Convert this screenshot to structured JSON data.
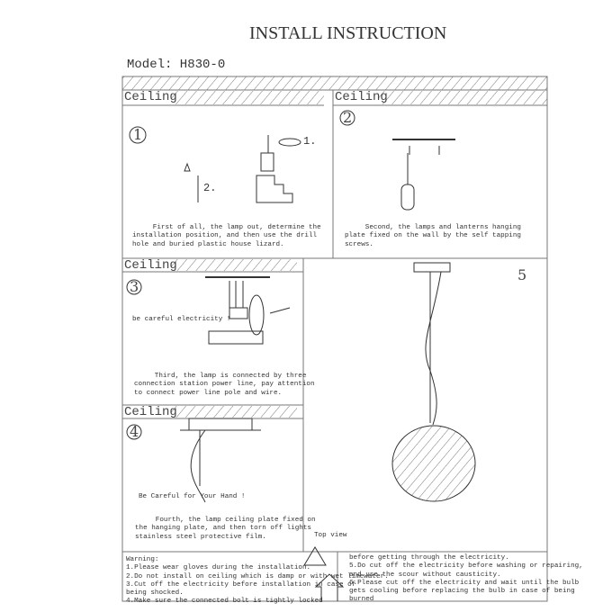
{
  "title": "INSTALL INSTRUCTION",
  "model": "Model: H830-0",
  "ceiling_label": "Ceiling",
  "steps": [
    {
      "num": "1",
      "labels": [
        "1.",
        "2."
      ],
      "text": "     First of all, the lamp out, determine the\ninstallation position, and then use the drill\nhole and buried plastic house lizard."
    },
    {
      "num": "2",
      "text": "     Second, the lamps and lanterns hanging\nplate fixed on the wall by the self tapping\nscrews."
    },
    {
      "num": "3",
      "note": "be careful electricity !",
      "text": "     Third, the lamp is connected by three\nconnection station power line, pay attention\nto connect power line pole and wire."
    },
    {
      "num": "4",
      "note": "Be Careful for Your Hand !",
      "text": "     Fourth, the lamp ceiling plate fixed on\nthe hanging plate, and then torn off lights\nstainless steel protective film."
    },
    {
      "num": "5",
      "note": "Top view"
    }
  ],
  "warning": {
    "left": "Warning:\n1.Please wear gloves during the installation.\n2.Do not install on ceiling which is damp or with wet limewater.\n3.Cut off the electricity before installation in case of\nbeing shocked.\n4.Make sure the connected bolt is tightly locked",
    "right": "before getting through the electricity.\n5.Do cut off the electricity before washing or repairing,\nand use the scour without causticity.\n6.Please cut off the electricity and wait until the bulb\ngets cooling before replacing the bulb in case of being\nburned"
  }
}
